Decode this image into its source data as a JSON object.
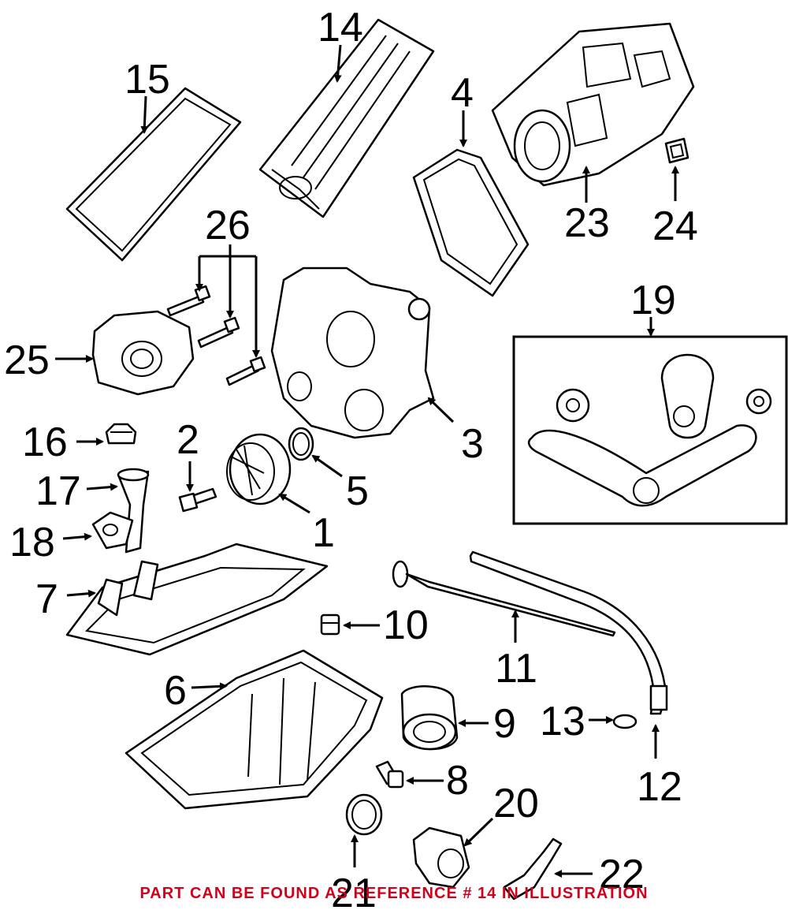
{
  "caption": {
    "text": "PART CAN BE FOUND AS REFERENCE # 14 IN ILLUSTRATION",
    "color": "#d0021b"
  },
  "callouts": {
    "n1": "1",
    "n2": "2",
    "n3": "3",
    "n4": "4",
    "n5": "5",
    "n6": "6",
    "n7": "7",
    "n8": "8",
    "n9": "9",
    "n10": "10",
    "n11": "11",
    "n12": "12",
    "n13": "13",
    "n14": "14",
    "n15": "15",
    "n16": "16",
    "n17": "17",
    "n18": "18",
    "n19": "19",
    "n20": "20",
    "n21": "21",
    "n22": "22",
    "n23": "23",
    "n24": "24",
    "n25": "25",
    "n26": "26"
  },
  "colors": {
    "line": "#000000",
    "background": "#ffffff"
  }
}
